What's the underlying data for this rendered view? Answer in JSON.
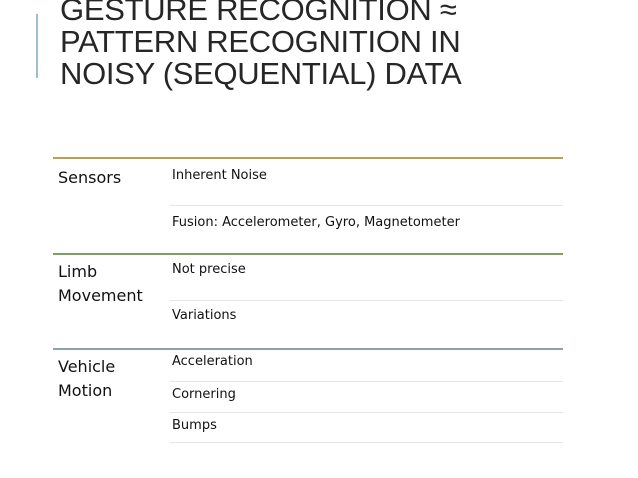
{
  "slide": {
    "title_lines": [
      "GESTURE RECOGNITION ≈",
      "PATTERN RECOGNITION IN",
      "NOISY (SEQUENTIAL) DATA"
    ]
  },
  "table": {
    "groups": [
      {
        "label_lines": [
          "Sensors"
        ],
        "color": "#b8a24a",
        "items": [
          "Inherent Noise",
          "Fusion: Accelerometer, Gyro, Magnetometer"
        ]
      },
      {
        "label_lines": [
          "Limb",
          "Movement"
        ],
        "color": "#7ea05a",
        "items": [
          "Not precise",
          "Variations"
        ]
      },
      {
        "label_lines": [
          "Vehicle",
          "Motion"
        ],
        "color": "#8aa2a8",
        "items": [
          "Acceleration",
          "Cornering",
          "Bumps"
        ]
      }
    ]
  }
}
